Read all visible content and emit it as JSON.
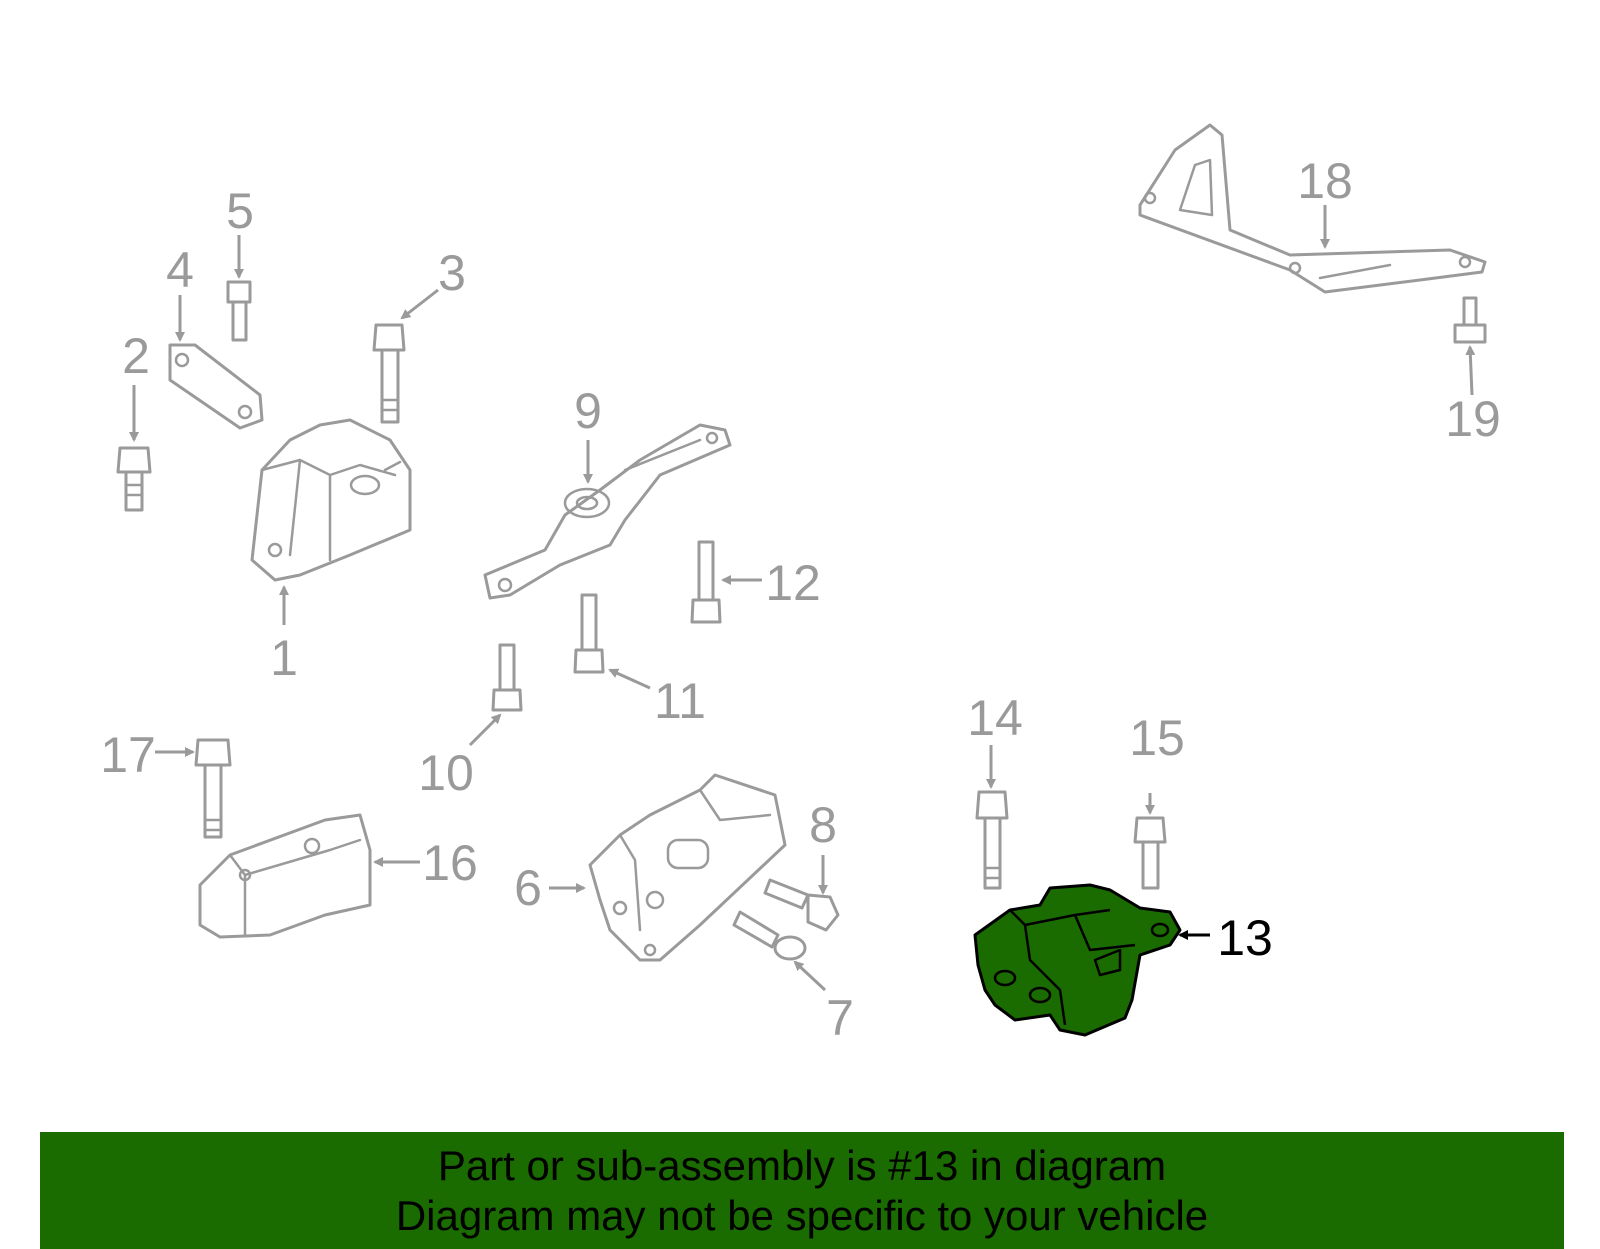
{
  "diagram": {
    "highlight_color": "#1a6b00",
    "line_color": "#9a9a9a",
    "highlighted_callout": "13",
    "callouts": [
      "1",
      "2",
      "3",
      "4",
      "5",
      "6",
      "7",
      "8",
      "9",
      "10",
      "11",
      "12",
      "13",
      "14",
      "15",
      "16",
      "17",
      "18",
      "19"
    ]
  },
  "footer": {
    "line1": "Part or sub-assembly is #13 in diagram",
    "line2": "Diagram may not be specific to your vehicle",
    "background": "#1a6b00"
  }
}
